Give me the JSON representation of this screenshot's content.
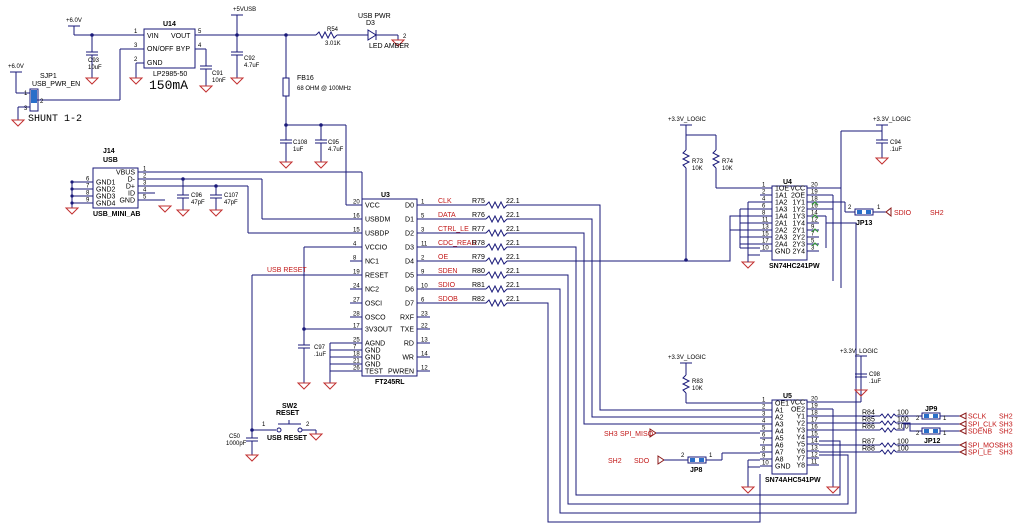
{
  "power": {
    "p6v": "+6.0V",
    "p5vusb": "+5VUSB",
    "p33": "+3.3V_LOGIC",
    "gnd_num": "2"
  },
  "u14": {
    "ref": "U14",
    "part": "LP2985-50",
    "vin": "VIN",
    "vout": "VOUT",
    "onoff": "ON/OFF",
    "byp": "BYP",
    "gnd": "GND",
    "note": "150mA",
    "pins": [
      "1",
      "5",
      "3",
      "4",
      "2"
    ]
  },
  "u3": {
    "ref": "U3",
    "part": "FT245RL",
    "left_pins": [
      {
        "num": "20",
        "name": "VCC"
      },
      {
        "num": "16",
        "name": "USBDM"
      },
      {
        "num": "15",
        "name": "USBDP"
      },
      {
        "num": "4",
        "name": "VCCIO"
      },
      {
        "num": "8",
        "name": "NC1"
      },
      {
        "num": "19",
        "name": "RESET"
      },
      {
        "num": "24",
        "name": "NC2"
      },
      {
        "num": "27",
        "name": "OSCI"
      },
      {
        "num": "28",
        "name": "OSCO"
      },
      {
        "num": "17",
        "name": "3V3OUT"
      },
      {
        "num": "25",
        "name": "AGND"
      },
      {
        "num": "7",
        "name": "GND"
      },
      {
        "num": "18",
        "name": "GND"
      },
      {
        "num": "21",
        "name": "GND"
      },
      {
        "num": "26",
        "name": "TEST"
      }
    ],
    "right_pins": [
      {
        "num": "1",
        "name": "D0"
      },
      {
        "num": "5",
        "name": "D1"
      },
      {
        "num": "3",
        "name": "D2"
      },
      {
        "num": "11",
        "name": "D3"
      },
      {
        "num": "2",
        "name": "D4"
      },
      {
        "num": "9",
        "name": "D5"
      },
      {
        "num": "10",
        "name": "D6"
      },
      {
        "num": "6",
        "name": "D7"
      },
      {
        "num": "23",
        "name": "RXF"
      },
      {
        "num": "22",
        "name": "TXE"
      },
      {
        "num": "13",
        "name": "RD"
      },
      {
        "num": "14",
        "name": "WR"
      },
      {
        "num": "12",
        "name": "PWREN"
      }
    ]
  },
  "data_nets": [
    {
      "net": "CLK",
      "res": "R75",
      "val": "22.1"
    },
    {
      "net": "DATA",
      "res": "R76",
      "val": "22.1"
    },
    {
      "net": "CTRL_LE",
      "res": "R77",
      "val": "22.1"
    },
    {
      "net": "CDC_READ",
      "res": "R78",
      "val": "22.1"
    },
    {
      "net": "OE",
      "res": "R79",
      "val": "22.1"
    },
    {
      "net": "SDEN",
      "res": "R80",
      "val": "22.1"
    },
    {
      "net": "SDIO",
      "res": "R81",
      "val": "22.1"
    },
    {
      "net": "SDOB",
      "res": "R82",
      "val": "22.1"
    }
  ],
  "u4": {
    "ref": "U4",
    "part": "SN74HC241PW",
    "left": [
      {
        "num": "1",
        "name": "1OE"
      },
      {
        "num": "2",
        "name": "1A1"
      },
      {
        "num": "4",
        "name": "1A2"
      },
      {
        "num": "6",
        "name": "1A3"
      },
      {
        "num": "8",
        "name": "1A4"
      },
      {
        "num": "11",
        "name": "2A1"
      },
      {
        "num": "13",
        "name": "2A2"
      },
      {
        "num": "15",
        "name": "2A3"
      },
      {
        "num": "17",
        "name": "2A4"
      },
      {
        "num": "10",
        "name": "GND"
      }
    ],
    "right": [
      {
        "num": "20",
        "name": "VCC"
      },
      {
        "num": "19",
        "name": "2OE"
      },
      {
        "num": "18",
        "name": "1Y1"
      },
      {
        "num": "16",
        "name": "1Y2"
      },
      {
        "num": "14",
        "name": "1Y3"
      },
      {
        "num": "12",
        "name": "1Y4"
      },
      {
        "num": "9",
        "name": "2Y1"
      },
      {
        "num": "7",
        "name": "2Y2"
      },
      {
        "num": "5",
        "name": "2Y3"
      },
      {
        "num": "3",
        "name": "2Y4"
      }
    ]
  },
  "u5": {
    "ref": "U5",
    "part": "SN74AHC541PW",
    "left": [
      {
        "num": "1",
        "name": "OE1"
      },
      {
        "num": "2",
        "name": "A1"
      },
      {
        "num": "3",
        "name": "A2"
      },
      {
        "num": "4",
        "name": "A3"
      },
      {
        "num": "5",
        "name": "A4"
      },
      {
        "num": "6",
        "name": "A5"
      },
      {
        "num": "7",
        "name": "A6"
      },
      {
        "num": "8",
        "name": "A7"
      },
      {
        "num": "9",
        "name": "A8"
      },
      {
        "num": "10",
        "name": "GND"
      }
    ],
    "right": [
      {
        "num": "20",
        "name": "VCC"
      },
      {
        "num": "19",
        "name": "OE2"
      },
      {
        "num": "18",
        "name": "Y1"
      },
      {
        "num": "17",
        "name": "Y2"
      },
      {
        "num": "16",
        "name": "Y3"
      },
      {
        "num": "15",
        "name": "Y4"
      },
      {
        "num": "14",
        "name": "Y5"
      },
      {
        "num": "13",
        "name": "Y6"
      },
      {
        "num": "12",
        "name": "Y7"
      },
      {
        "num": "11",
        "name": "Y8"
      }
    ]
  },
  "j14": {
    "ref": "J14",
    "name": "USB",
    "part": "USB_MINI_AB",
    "left": [
      {
        "num": "6",
        "name": "GND1"
      },
      {
        "num": "7",
        "name": "GND2"
      },
      {
        "num": "8",
        "name": "GND3"
      },
      {
        "num": "9",
        "name": "GND4"
      }
    ],
    "right": [
      {
        "num": "1",
        "name": "VBUS"
      },
      {
        "num": "2",
        "name": "D-"
      },
      {
        "num": "3",
        "name": "D+"
      },
      {
        "num": "4",
        "name": "ID"
      },
      {
        "num": "5",
        "name": "GND"
      }
    ]
  },
  "sjp1": {
    "ref": "SJP1",
    "name": "USB_PWR_EN",
    "pins": [
      "1",
      "2",
      "3"
    ],
    "shunt": "SHUNT 1-2"
  },
  "caps": {
    "c93": {
      "ref": "C93",
      "val": "10uF"
    },
    "c91": {
      "ref": "C91",
      "val": "10nF"
    },
    "c92": {
      "ref": "C92",
      "val": "4.7uF"
    },
    "c108": {
      "ref": "C108",
      "val": "1uF"
    },
    "c95": {
      "ref": "C95",
      "val": "4.7uF"
    },
    "c96": {
      "ref": "C96",
      "val": "47pF"
    },
    "c107": {
      "ref": "C107",
      "val": "47pF"
    },
    "c97": {
      "ref": "C97",
      "val": ".1uF"
    },
    "c50": {
      "ref": "C50",
      "val": "1000pF"
    },
    "c94": {
      "ref": "C94",
      "val": ".1uF"
    },
    "c98": {
      "ref": "C98",
      "val": ".1uF"
    }
  },
  "r54": {
    "ref": "R54",
    "val": "3.01K"
  },
  "d3": {
    "ref": "D3",
    "name": "USB PWR",
    "part": "LED AMBER"
  },
  "fb16": {
    "ref": "FB16",
    "val": "68 OHM @ 100MHz"
  },
  "r73": {
    "ref": "R73",
    "val": "10K"
  },
  "r74": {
    "ref": "R74",
    "val": "10K"
  },
  "r83": {
    "ref": "R83",
    "val": "10K"
  },
  "sw2": {
    "ref": "SW2",
    "name": "RESET",
    "part": "USB RESET",
    "pins": [
      "1",
      "2"
    ]
  },
  "usb_reset_net": "USB RESET",
  "jp13": {
    "ref": "JP13",
    "pins": [
      "2",
      "1"
    ],
    "net": "SDIO",
    "sheet": "SH2"
  },
  "jp8": {
    "ref": "JP8",
    "pins": [
      "2",
      "1"
    ],
    "net": "SDO",
    "sheet": "SH2"
  },
  "jp9": {
    "ref": "JP9",
    "pins": [
      "2",
      "1"
    ]
  },
  "jp12": {
    "ref": "JP12",
    "pins": [
      "2",
      "1"
    ]
  },
  "spi_miso": {
    "net": "SPI_MISO",
    "sheet": "SH3"
  },
  "out_res": [
    {
      "ref": "R84",
      "val": "100"
    },
    {
      "ref": "R85",
      "val": "100"
    },
    {
      "ref": "R86",
      "val": "100"
    },
    {
      "ref": "R87",
      "val": "100"
    },
    {
      "ref": "R88",
      "val": "100"
    }
  ],
  "out_nets": [
    {
      "net": "SCLK",
      "sheet": "SH2"
    },
    {
      "net": "SPI_CLK",
      "sheet": "SH3"
    },
    {
      "net": "SDENB",
      "sheet": "SH2"
    },
    {
      "net": "SPI_MOSI",
      "sheet": "SH3"
    },
    {
      "net": "SPI_LE",
      "sheet": "SH3"
    }
  ]
}
